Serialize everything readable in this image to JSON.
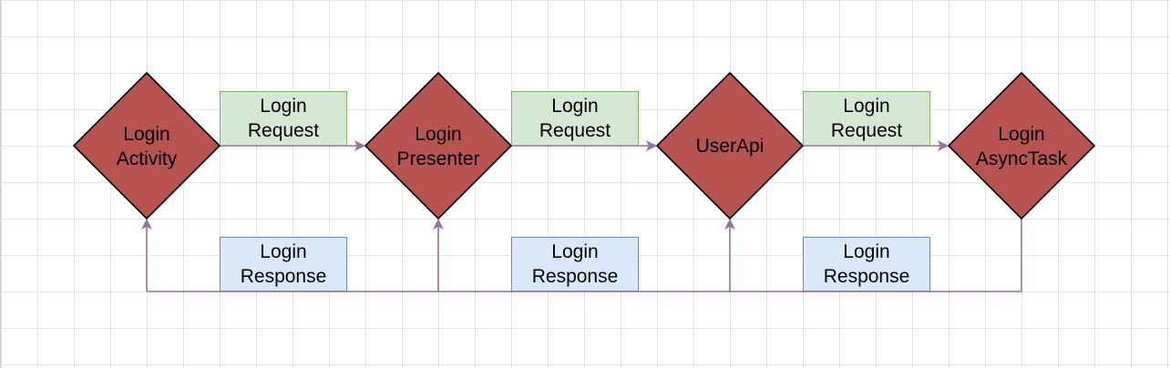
{
  "colors": {
    "diamond_fill": "#b85450",
    "diamond_stroke": "#000000",
    "request_fill": "#d5e8d4",
    "request_stroke": "#82b366",
    "response_fill": "#dae8fc",
    "response_stroke": "#6c8ebf",
    "edge": "#9673a6"
  },
  "nodes": {
    "login_activity": {
      "line1": "Login",
      "line2": "Activity"
    },
    "login_presenter": {
      "line1": "Login",
      "line2": "Presenter"
    },
    "user_api": {
      "line1": "UserApi"
    },
    "login_asynctask": {
      "line1": "Login",
      "line2": "AsyncTask"
    }
  },
  "requests": [
    {
      "line1": "Login",
      "line2": "Request"
    },
    {
      "line1": "Login",
      "line2": "Request"
    },
    {
      "line1": "Login",
      "line2": "Request"
    }
  ],
  "responses": [
    {
      "line1": "Login",
      "line2": "Response"
    },
    {
      "line1": "Login",
      "line2": "Response"
    },
    {
      "line1": "Login",
      "line2": "Response"
    }
  ]
}
